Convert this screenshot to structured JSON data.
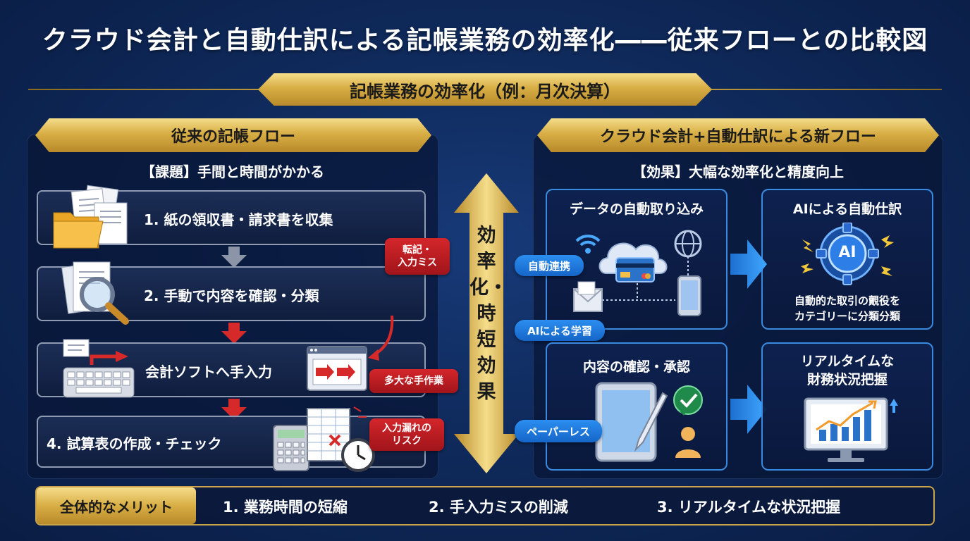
{
  "title": "クラウド会計と自動仕訳による記帳業務の効率化――従来フローとの比較図",
  "center_banner": "記帳業務の効率化（例：月次決算）",
  "center_arrow_label": "効率化・時短効果",
  "left": {
    "heading": "従来の記帳フロー",
    "issue": "【課題】手間と時間がかかる",
    "steps": [
      "1. 紙の領収書・請求書を収集",
      "2. 手動で内容を確認・分類",
      "会計ソフトへ手入力",
      "4. 試算表の作成・チェック"
    ],
    "tags": [
      "転記・\n入力ミス",
      "多大な手作業",
      "入力漏れの\nリスク"
    ]
  },
  "right": {
    "heading": "クラウド会計+自動仕訳による新フロー",
    "effect": "【効果】大幅な効率化と精度向上",
    "boxes": [
      "データの自動取り込み",
      "AIによる自動仕訳",
      "内容の確認・承認",
      "リアルタイムな\n財務状況把握"
    ],
    "ai_text": "自動的た取引の覿役を\nカテゴリーに分類分類",
    "ai_badge": "AI",
    "pills": [
      "自動連携",
      "AIによる学習",
      "ペーパーレス"
    ]
  },
  "merits": {
    "label": "全体的なメリット",
    "items": [
      "1. 業務時間の短縮",
      "2. 手入力ミスの削減",
      "3. リアルタイムな状況把握"
    ]
  },
  "colors": {
    "gold": "#d8ae45",
    "red": "#c81e24",
    "blue": "#2b8ef0",
    "navy": "#0f2a5c"
  }
}
